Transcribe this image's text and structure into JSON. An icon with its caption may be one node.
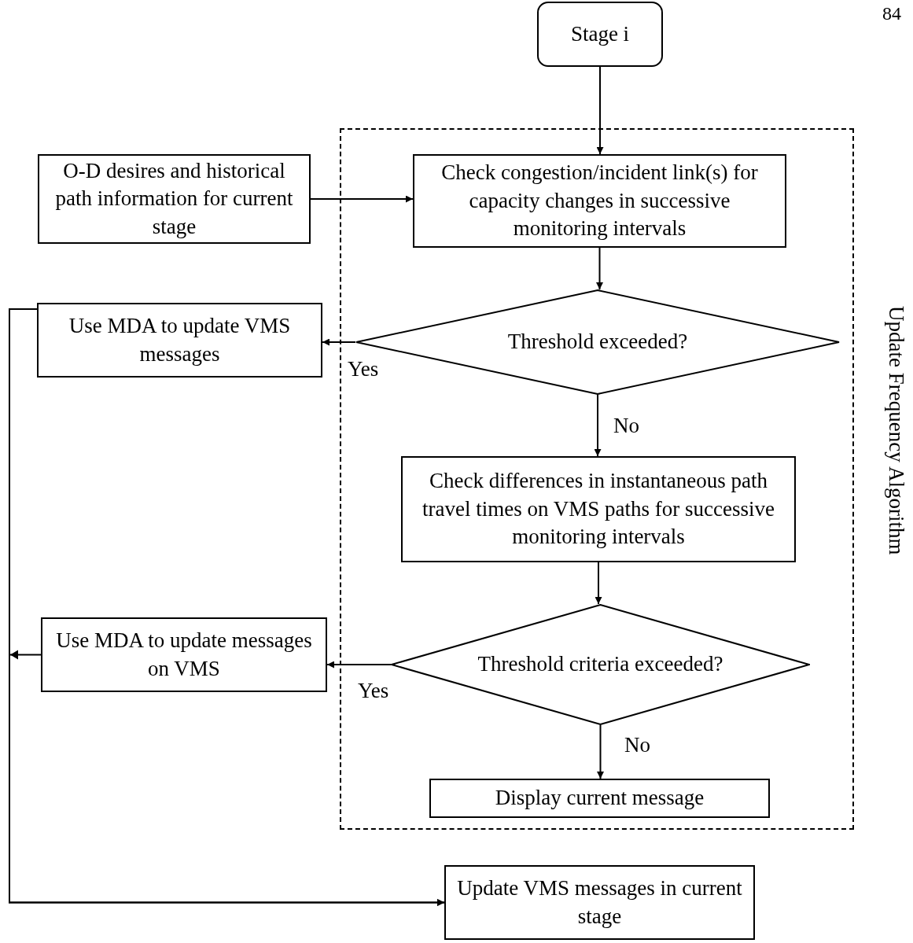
{
  "diagram": {
    "nodes": [
      {
        "text": [
          "Stage i"
        ]
      },
      {
        "text": [
          "O-D desires and historical path information for current stage"
        ]
      },
      {
        "text": [
          "Update Frequency Algorithm"
        ]
      },
      {
        "text": [
          "Check congestion/incident link(s) for capacity changes in successive monitoring intervals"
        ],
        "in": 2
      },
      {
        "text": [
          "Threshold exceeded?"
        ],
        "in": 2
      },
      {
        "text": [
          "Use MDA to update VMS messages"
        ]
      },
      {
        "text": [
          "Check differences in instantaneous path travel times on VMS paths for successive monitoring intervals"
        ],
        "in": 2
      },
      {
        "text": [
          "Threshold criteria exceeded?"
        ],
        "in": 2
      },
      {
        "text": [
          "Use MDA to update messages on VMS"
        ]
      },
      {
        "text": [
          "Display current message"
        ],
        "in": 2
      },
      {
        "text": [
          "Update VMS messages in current stage"
        ]
      }
    ],
    "edges": [
      {
        "from": 0,
        "to": 3,
        "arrow": "to"
      },
      {
        "from": 1,
        "to": 3,
        "arrow": "to"
      },
      {
        "from": 3,
        "to": 4,
        "arrow": "to"
      },
      {
        "from": 4,
        "to": 5,
        "arrow": "to",
        "label": "Yes"
      },
      {
        "from": 4,
        "to": 6,
        "arrow": "to",
        "label": "No"
      },
      {
        "from": 6,
        "to": 7,
        "arrow": "to"
      },
      {
        "from": 7,
        "to": 8,
        "arrow": "to",
        "label": "Yes"
      },
      {
        "from": 7,
        "to": 9,
        "arrow": "to",
        "label": "No"
      },
      {
        "from": 5,
        "to": 10,
        "arrow": "to"
      },
      {
        "from": 8,
        "to": 10,
        "arrow": "to"
      }
    ],
    "labels": [
      "84"
    ]
  }
}
